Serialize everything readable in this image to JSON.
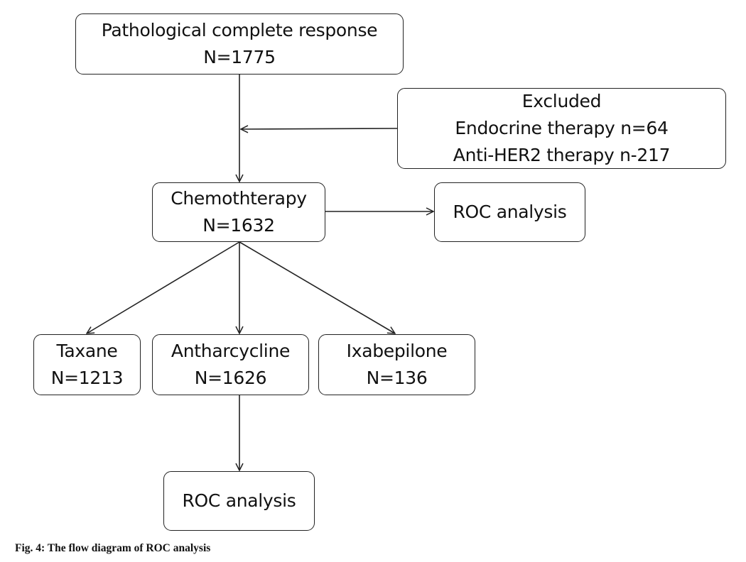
{
  "nodes": {
    "pcr": {
      "line1": "Pathological complete response",
      "line2": "N=1775"
    },
    "excluded": {
      "line1": "Excluded",
      "line2": "Endocrine therapy n=64",
      "line3": "Anti-HER2 therapy n-217"
    },
    "chemo": {
      "line1": "Chemothterapy",
      "line2": "N=1632"
    },
    "roc_top": {
      "line1": "ROC analysis"
    },
    "taxane": {
      "line1": "Taxane",
      "line2": "N=1213"
    },
    "anthracycline": {
      "line1": "Antharcycline",
      "line2": "N=1626"
    },
    "ixabepilone": {
      "line1": "Ixabepilone",
      "line2": "N=136"
    },
    "roc_bottom": {
      "line1": "ROC analysis"
    }
  },
  "caption": "Fig. 4: The flow diagram of ROC analysis",
  "colors": {
    "stroke": "#222222",
    "background": "#ffffff",
    "text": "#111111"
  }
}
